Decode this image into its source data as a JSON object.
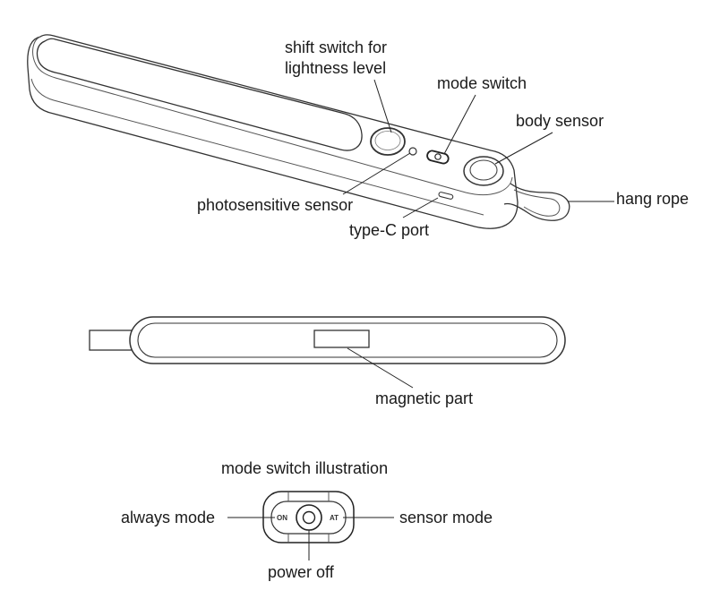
{
  "labels": {
    "shift_switch_line1": "shift switch for",
    "shift_switch_line2": "lightness level",
    "mode_switch": "mode switch",
    "body_sensor": "body sensor",
    "hang_rope": "hang rope",
    "photosensitive_sensor": "photosensitive sensor",
    "type_c_port": "type-C port",
    "magnetic_part": "magnetic part",
    "mode_switch_illustration": "mode switch illustration",
    "always_mode": "always mode",
    "sensor_mode": "sensor mode",
    "power_off": "power off"
  },
  "switch_markings": {
    "on": "ON",
    "auto": "AT"
  }
}
